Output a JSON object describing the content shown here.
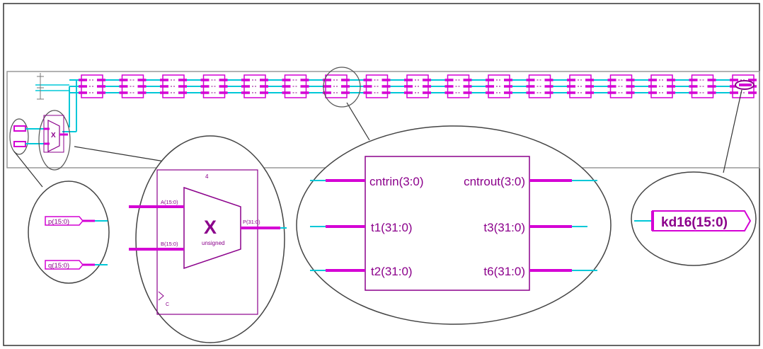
{
  "colors": {
    "magenta": "#d400d4",
    "cyan": "#00c8d8",
    "label": "#8b008b",
    "outline": "#555555",
    "band": "#999999"
  },
  "chain": {
    "count": 17
  },
  "multiplier": {
    "symbol": "X",
    "mode": "unsigned",
    "header": "4",
    "port_a": "A(15:0)",
    "port_b": "B(15:0)",
    "port_p": "P(31:0)",
    "port_c": "C"
  },
  "inputs": {
    "p": "p(15:0)",
    "q": "q(15:0)"
  },
  "block": {
    "cntrin": "cntrin(3:0)",
    "cntrout": "cntrout(3:0)",
    "t1": "t1(31:0)",
    "t2": "t2(31:0)",
    "t3": "t3(31:0)",
    "t6": "t6(31:0)"
  },
  "output": {
    "kd16": "kd16(15:0)"
  }
}
